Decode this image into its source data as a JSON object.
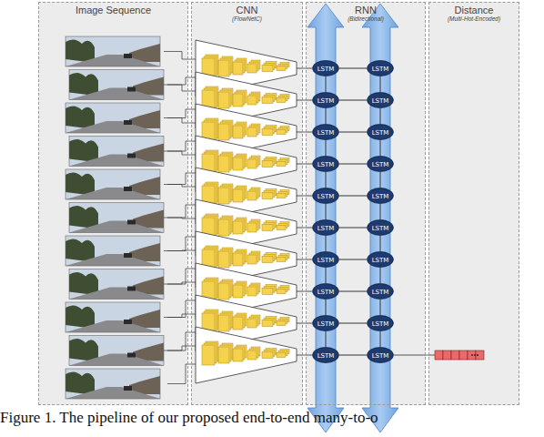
{
  "diagram": {
    "caption": "Figure 1. The pipeline of our proposed end-to-end many-to-o",
    "nodes": [
      {
        "text": [
          "Image Sequence"
        ]
      },
      {
        "text": [
          "CNN",
          "(FlowNetC)"
        ]
      },
      {
        "text": [
          "RNN",
          "(Bidirectional)"
        ]
      },
      {
        "text": [
          "Distance",
          "(Multi-Hot-Encoded)"
        ]
      },
      {
        "text": [
          "LSTM"
        ],
        "in": 2
      },
      {
        "text": [
          "LSTM"
        ],
        "in": 2
      },
      {
        "text": [
          "LSTM"
        ],
        "in": 2
      },
      {
        "text": [
          "LSTM"
        ],
        "in": 2
      },
      {
        "text": [
          "LSTM"
        ],
        "in": 2
      },
      {
        "text": [
          "LSTM"
        ],
        "in": 2
      },
      {
        "text": [
          "LSTM"
        ],
        "in": 2
      },
      {
        "text": [
          "LSTM"
        ],
        "in": 2
      },
      {
        "text": [
          "LSTM"
        ],
        "in": 2
      },
      {
        "text": [
          "LSTM"
        ],
        "in": 2
      },
      {
        "text": [
          "LSTM"
        ],
        "in": 2
      },
      {
        "text": [
          "LSTM"
        ],
        "in": 2
      },
      {
        "text": [
          "LSTM"
        ],
        "in": 2
      },
      {
        "text": [
          "LSTM"
        ],
        "in": 2
      },
      {
        "text": [
          "LSTM"
        ],
        "in": 2
      },
      {
        "text": [
          "LSTM"
        ],
        "in": 2
      },
      {
        "text": [
          "LSTM"
        ],
        "in": 2
      },
      {
        "text": [
          "LSTM"
        ],
        "in": 2
      },
      {
        "text": [
          "LSTM"
        ],
        "in": 2
      },
      {
        "text": [
          "LSTM"
        ],
        "in": 2
      }
    ],
    "edges": [
      {
        "from": 4,
        "to": 5,
        "arrow": "none"
      },
      {
        "from": 5,
        "to": 6,
        "arrow": "none"
      },
      {
        "from": 6,
        "to": 7,
        "arrow": "none"
      },
      {
        "from": 7,
        "to": 8,
        "arrow": "none"
      },
      {
        "from": 8,
        "to": 9,
        "arrow": "none"
      },
      {
        "from": 9,
        "to": 10,
        "arrow": "none"
      },
      {
        "from": 10,
        "to": 11,
        "arrow": "none"
      },
      {
        "from": 11,
        "to": 12,
        "arrow": "none"
      },
      {
        "from": 12,
        "to": 13,
        "arrow": "none"
      },
      {
        "from": 14,
        "to": 15,
        "arrow": "none"
      },
      {
        "from": 15,
        "to": 16,
        "arrow": "none"
      },
      {
        "from": 16,
        "to": 17,
        "arrow": "none"
      },
      {
        "from": 17,
        "to": 18,
        "arrow": "none"
      },
      {
        "from": 18,
        "to": 19,
        "arrow": "none"
      },
      {
        "from": 19,
        "to": 20,
        "arrow": "none"
      },
      {
        "from": 20,
        "to": 21,
        "arrow": "none"
      },
      {
        "from": 21,
        "to": 22,
        "arrow": "none"
      },
      {
        "from": 22,
        "to": 23,
        "arrow": "none"
      },
      {
        "from": 4,
        "to": 14,
        "arrow": "none"
      },
      {
        "from": 5,
        "to": 15,
        "arrow": "none"
      },
      {
        "from": 6,
        "to": 16,
        "arrow": "none"
      },
      {
        "from": 7,
        "to": 17,
        "arrow": "none"
      },
      {
        "from": 8,
        "to": 18,
        "arrow": "none"
      },
      {
        "from": 9,
        "to": 19,
        "arrow": "none"
      },
      {
        "from": 10,
        "to": 20,
        "arrow": "none"
      },
      {
        "from": 11,
        "to": 21,
        "arrow": "none"
      },
      {
        "from": 12,
        "to": 22,
        "arrow": "none"
      },
      {
        "from": 13,
        "to": 23,
        "arrow": "none"
      }
    ]
  }
}
